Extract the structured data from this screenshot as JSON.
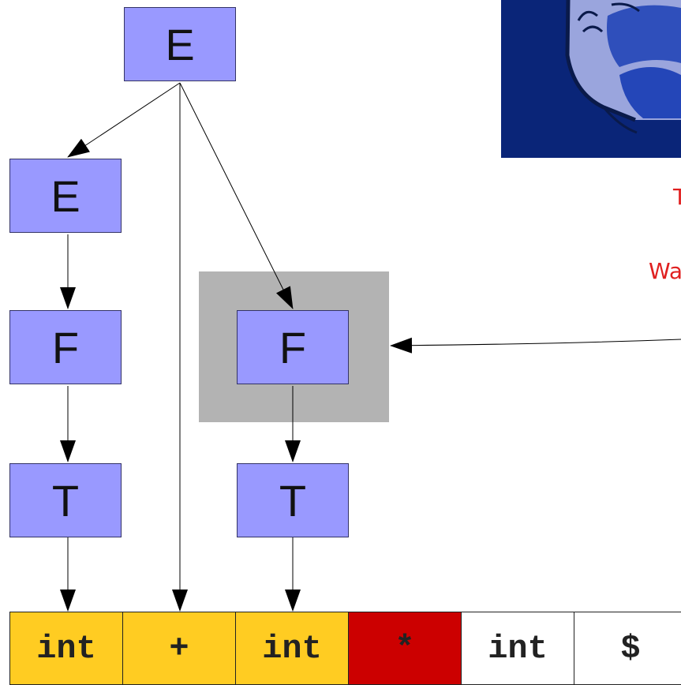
{
  "tree": {
    "root": "E",
    "left_e": "E",
    "left_f": "F",
    "left_t": "T",
    "right_f": "F",
    "right_t": "T"
  },
  "tokens": [
    {
      "text": "int",
      "color": "#ffcc22"
    },
    {
      "text": "+",
      "color": "#ffcc22"
    },
    {
      "text": "int",
      "color": "#ffcc22"
    },
    {
      "text": "*",
      "color": "#cc0000"
    },
    {
      "text": "int",
      "color": "#ffffff"
    },
    {
      "text": "$",
      "color": "#ffffff"
    }
  ],
  "annotations": {
    "line1": "T",
    "line2": "Wa"
  },
  "colors": {
    "node_fill": "#9999ff",
    "highlight_fill": "#b3b3b3",
    "annotation": "#e02020"
  }
}
